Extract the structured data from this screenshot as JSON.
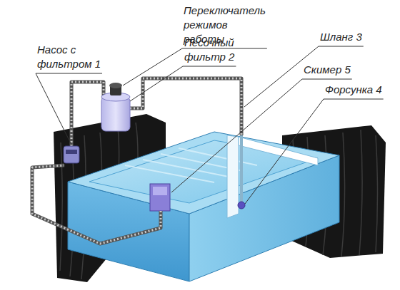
{
  "diagram": {
    "labels": [
      "Переключатель режимов работы",
      "Шланг 3",
      "Песочный фильтр 2",
      "Насос с фильтром 1",
      "Скимер 5",
      "Форсунка 4"
    ]
  }
}
